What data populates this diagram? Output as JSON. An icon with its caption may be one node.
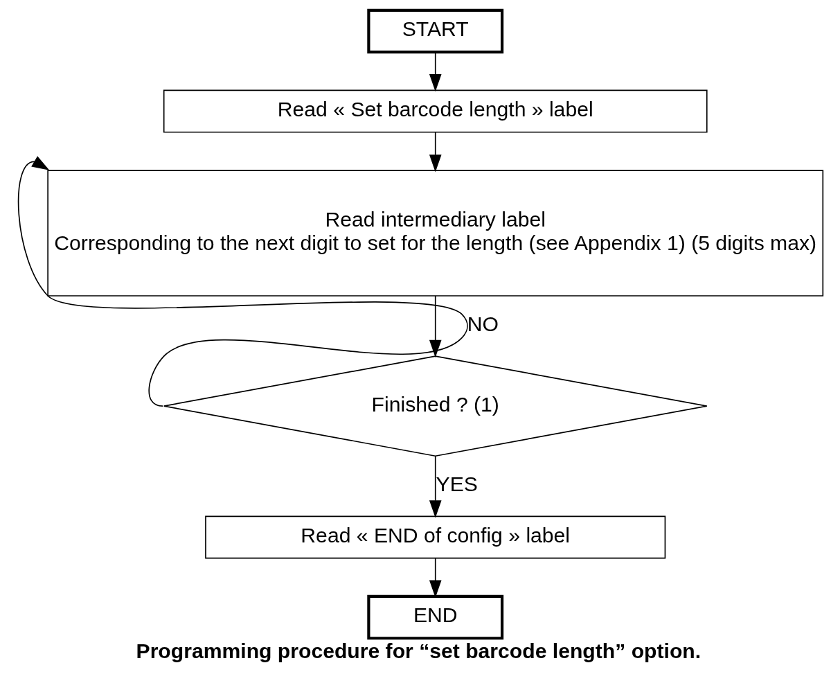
{
  "diagram": {
    "caption": "Programming procedure for “set barcode length” option.",
    "nodes": [
      {
        "text": [
          "START"
        ]
      },
      {
        "text": [
          "Read « Set barcode length » label"
        ]
      },
      {
        "text": [
          "Read intermediary label",
          "Corresponding to the next digit to set for the length (see Appendix 1) (5 digits max)"
        ]
      },
      {
        "text": [
          "Finished ? (1)"
        ]
      },
      {
        "text": [
          "Read « END of config » label"
        ]
      },
      {
        "text": [
          "END"
        ]
      }
    ],
    "edges": [
      {
        "from": 0,
        "to": 1,
        "arrow": "to"
      },
      {
        "from": 1,
        "to": 2,
        "arrow": "to"
      },
      {
        "from": 2,
        "to": 3,
        "arrow": "to"
      },
      {
        "from": 3,
        "to": 2,
        "arrow": "to",
        "label": "NO"
      },
      {
        "from": 3,
        "to": 4,
        "arrow": "to",
        "label": "YES"
      },
      {
        "from": 4,
        "to": 5,
        "arrow": "to"
      }
    ]
  }
}
